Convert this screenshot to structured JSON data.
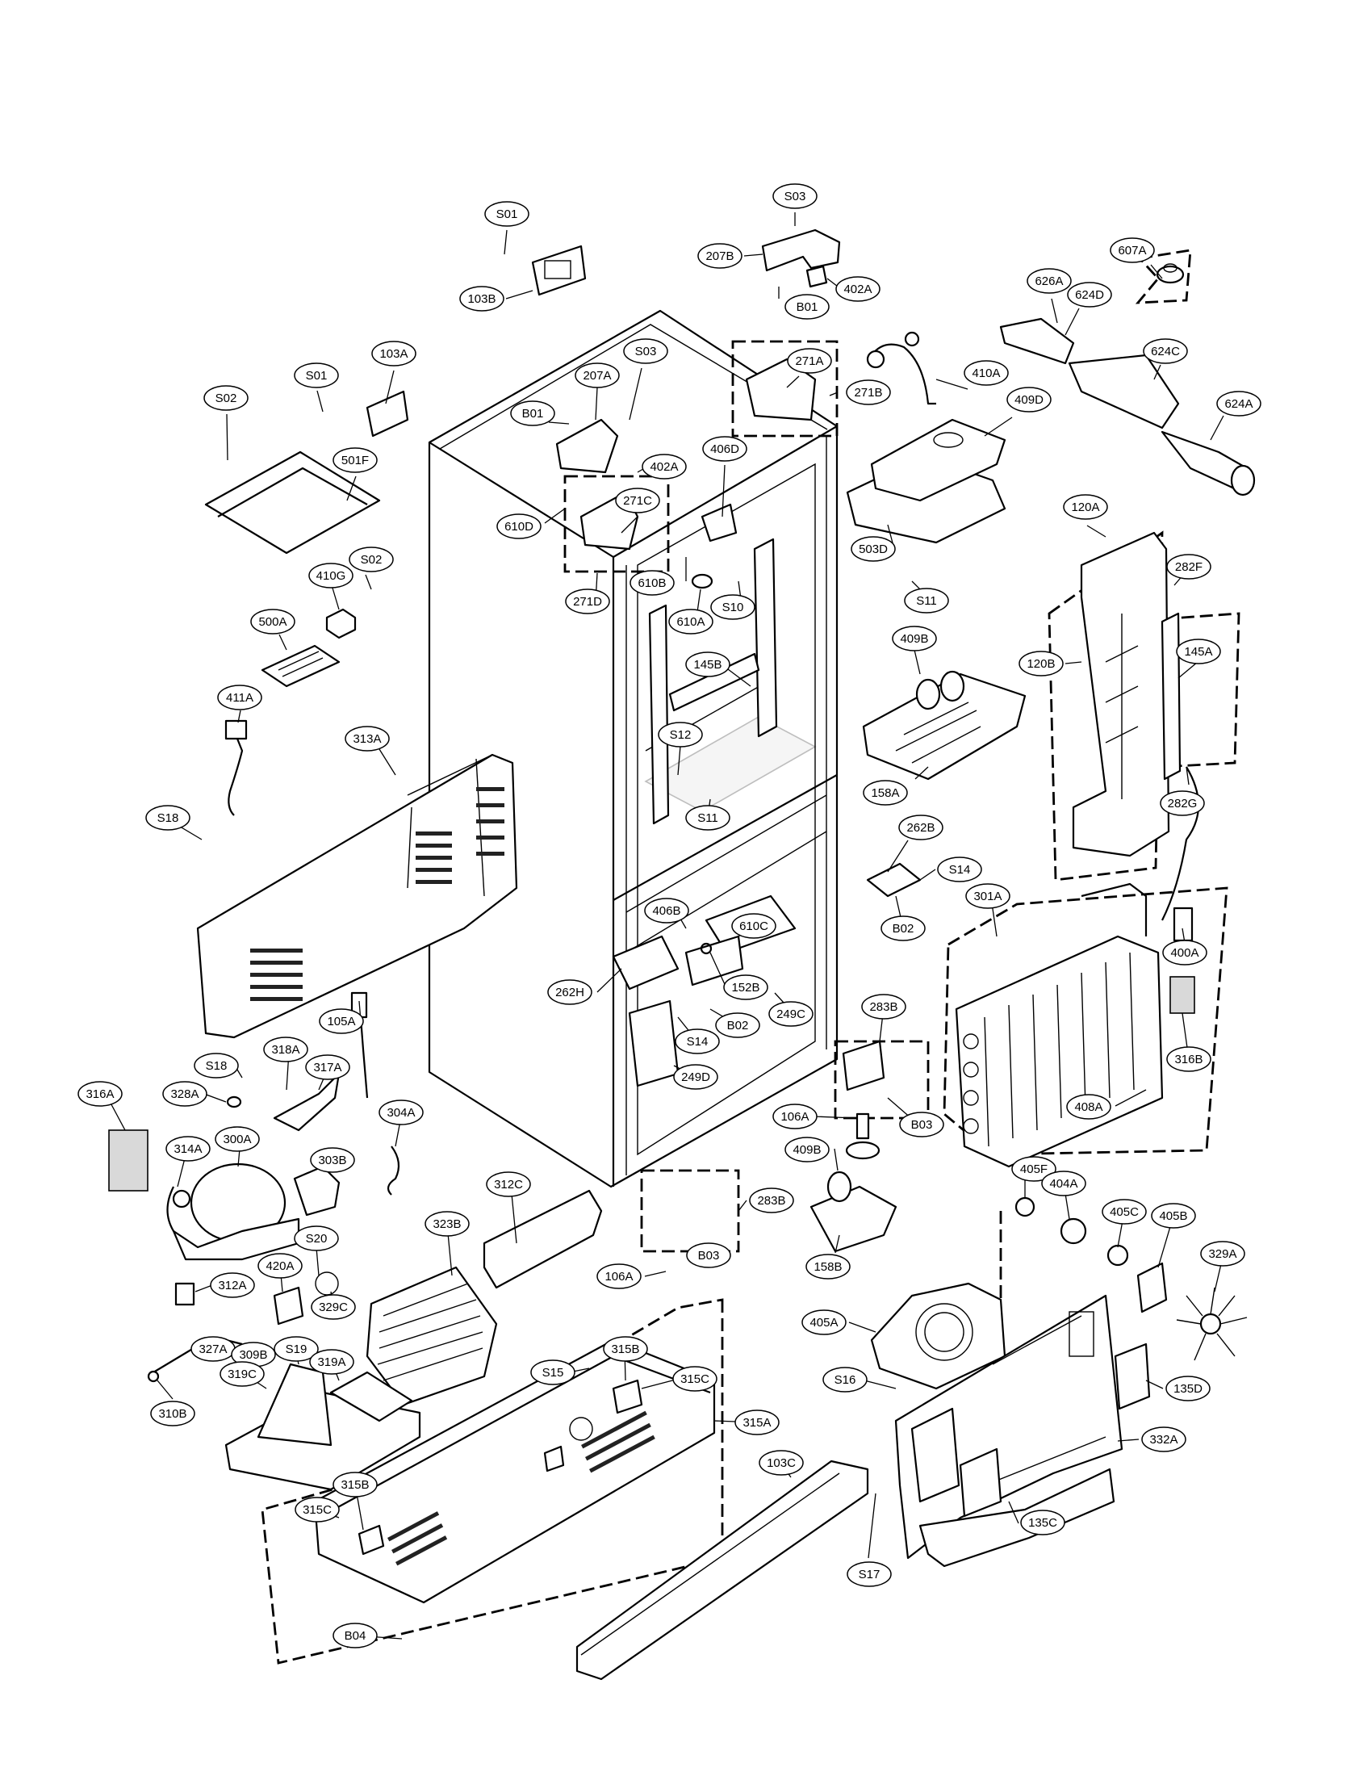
{
  "callouts": [
    {
      "id": "s01-top",
      "text": "S01"
    },
    {
      "id": "s03-top",
      "text": "S03"
    },
    {
      "id": "207b",
      "text": "207B"
    },
    {
      "id": "402a-top",
      "text": "402A"
    },
    {
      "id": "b01-top",
      "text": "B01"
    },
    {
      "id": "103b",
      "text": "103B"
    },
    {
      "id": "607a",
      "text": "607A"
    },
    {
      "id": "626a",
      "text": "626A"
    },
    {
      "id": "624d",
      "text": "624D"
    },
    {
      "id": "624c",
      "text": "624C"
    },
    {
      "id": "624a",
      "text": "624A"
    },
    {
      "id": "s01-left",
      "text": "S01"
    },
    {
      "id": "103a",
      "text": "103A"
    },
    {
      "id": "207a",
      "text": "207A"
    },
    {
      "id": "s03-mid",
      "text": "S03"
    },
    {
      "id": "271a",
      "text": "271A"
    },
    {
      "id": "271b",
      "text": "271B"
    },
    {
      "id": "410a",
      "text": "410A"
    },
    {
      "id": "409d",
      "text": "409D"
    },
    {
      "id": "s02-top",
      "text": "S02"
    },
    {
      "id": "b01-mid",
      "text": "B01"
    },
    {
      "id": "402a-mid",
      "text": "402A"
    },
    {
      "id": "406d",
      "text": "406D"
    },
    {
      "id": "501f",
      "text": "501F"
    },
    {
      "id": "271c",
      "text": "271C"
    },
    {
      "id": "610d",
      "text": "610D"
    },
    {
      "id": "503d",
      "text": "503D"
    },
    {
      "id": "120a",
      "text": "120A"
    },
    {
      "id": "s02-mid",
      "text": "S02"
    },
    {
      "id": "410g",
      "text": "410G"
    },
    {
      "id": "610b",
      "text": "610B"
    },
    {
      "id": "271d",
      "text": "271D"
    },
    {
      "id": "610a",
      "text": "610A"
    },
    {
      "id": "s10",
      "text": "S10"
    },
    {
      "id": "s11-top",
      "text": "S11"
    },
    {
      "id": "282f",
      "text": "282F"
    },
    {
      "id": "500a",
      "text": "500A"
    },
    {
      "id": "409b-top",
      "text": "409B"
    },
    {
      "id": "120b",
      "text": "120B"
    },
    {
      "id": "145a",
      "text": "145A"
    },
    {
      "id": "145b",
      "text": "145B"
    },
    {
      "id": "411a",
      "text": "411A"
    },
    {
      "id": "s12",
      "text": "S12"
    },
    {
      "id": "313a",
      "text": "313A"
    },
    {
      "id": "158a",
      "text": "158A"
    },
    {
      "id": "282g",
      "text": "282G"
    },
    {
      "id": "s11-mid",
      "text": "S11"
    },
    {
      "id": "s18-top",
      "text": "S18"
    },
    {
      "id": "262b",
      "text": "262B"
    },
    {
      "id": "s14-right",
      "text": "S14"
    },
    {
      "id": "301a",
      "text": "301A"
    },
    {
      "id": "406b",
      "text": "406B"
    },
    {
      "id": "610c",
      "text": "610C"
    },
    {
      "id": "b02-right",
      "text": "B02"
    },
    {
      "id": "400a",
      "text": "400A"
    },
    {
      "id": "262h",
      "text": "262H"
    },
    {
      "id": "152b",
      "text": "152B"
    },
    {
      "id": "283b-top",
      "text": "283B"
    },
    {
      "id": "249c",
      "text": "249C"
    },
    {
      "id": "105a",
      "text": "105A"
    },
    {
      "id": "b02-mid",
      "text": "B02"
    },
    {
      "id": "s14-mid",
      "text": "S14"
    },
    {
      "id": "316b",
      "text": "316B"
    },
    {
      "id": "318a",
      "text": "318A"
    },
    {
      "id": "s18-mid",
      "text": "S18"
    },
    {
      "id": "317a",
      "text": "317A"
    },
    {
      "id": "249d",
      "text": "249D"
    },
    {
      "id": "316a",
      "text": "316A"
    },
    {
      "id": "328a",
      "text": "328A"
    },
    {
      "id": "304a",
      "text": "304A"
    },
    {
      "id": "408a",
      "text": "408A"
    },
    {
      "id": "106a-top",
      "text": "106A"
    },
    {
      "id": "b03-top",
      "text": "B03"
    },
    {
      "id": "300a",
      "text": "300A"
    },
    {
      "id": "314a",
      "text": "314A"
    },
    {
      "id": "303b",
      "text": "303B"
    },
    {
      "id": "409b-mid",
      "text": "409B"
    },
    {
      "id": "312c",
      "text": "312C"
    },
    {
      "id": "405f",
      "text": "405F"
    },
    {
      "id": "404a",
      "text": "404A"
    },
    {
      "id": "283b-mid",
      "text": "283B"
    },
    {
      "id": "323b",
      "text": "323B"
    },
    {
      "id": "405c",
      "text": "405C"
    },
    {
      "id": "405b",
      "text": "405B"
    },
    {
      "id": "s20",
      "text": "S20"
    },
    {
      "id": "b03-mid",
      "text": "B03"
    },
    {
      "id": "329a",
      "text": "329A"
    },
    {
      "id": "420a",
      "text": "420A"
    },
    {
      "id": "106a-mid",
      "text": "106A"
    },
    {
      "id": "158b",
      "text": "158B"
    },
    {
      "id": "312a",
      "text": "312A"
    },
    {
      "id": "329c",
      "text": "329C"
    },
    {
      "id": "405a",
      "text": "405A"
    },
    {
      "id": "327a",
      "text": "327A"
    },
    {
      "id": "309b",
      "text": "309B"
    },
    {
      "id": "s19",
      "text": "S19"
    },
    {
      "id": "315b-top",
      "text": "315B"
    },
    {
      "id": "319c",
      "text": "319C"
    },
    {
      "id": "319a",
      "text": "319A"
    },
    {
      "id": "s15",
      "text": "S15"
    },
    {
      "id": "315c-top",
      "text": "315C"
    },
    {
      "id": "s16",
      "text": "S16"
    },
    {
      "id": "135d",
      "text": "135D"
    },
    {
      "id": "310b",
      "text": "310B"
    },
    {
      "id": "315a",
      "text": "315A"
    },
    {
      "id": "332a",
      "text": "332A"
    },
    {
      "id": "103c",
      "text": "103C"
    },
    {
      "id": "315b-bot",
      "text": "315B"
    },
    {
      "id": "315c-bot",
      "text": "315C"
    },
    {
      "id": "s17",
      "text": "S17"
    },
    {
      "id": "135c",
      "text": "135C"
    },
    {
      "id": "b04",
      "text": "B04"
    }
  ]
}
